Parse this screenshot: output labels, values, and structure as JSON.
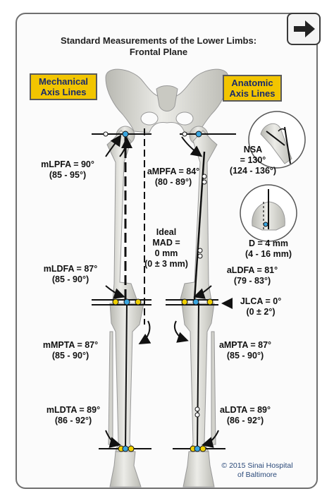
{
  "title": {
    "line1": "Standard Measurements of the Lower Limbs:",
    "line2": "Frontal Plane"
  },
  "tags": {
    "mechanical": [
      "Mechanical",
      "Axis Lines"
    ],
    "anatomic": [
      "Anatomic",
      "Axis Lines"
    ]
  },
  "labels": {
    "mlpfa": [
      "mLPFA = 90°",
      "(85 - 95°)"
    ],
    "ampfa": [
      "aMPFA = 84°",
      "(80 - 89°)"
    ],
    "nsa": [
      "NSA",
      "= 130°",
      "(124 - 136°)"
    ],
    "mad": [
      "Ideal",
      "MAD =",
      "0 mm",
      "(0 ± 3 mm)"
    ],
    "d": [
      "D = 4 mm",
      "(4 - 16 mm)"
    ],
    "mldfa": [
      "mLDFA = 87°",
      "(85 - 90°)"
    ],
    "aldfa": [
      "aLDFA = 81°",
      "(79 - 83°)"
    ],
    "jlca": [
      "JLCA = 0°",
      "(0 ± 2°)"
    ],
    "mmpta": [
      "mMPTA = 87°",
      "(85 - 90°)"
    ],
    "ampta": [
      "aMPTA = 87°",
      "(85 - 90°)"
    ],
    "mldta": [
      "mLDTA = 89°",
      "(86 - 92°)"
    ],
    "aldta": [
      "aLDTA = 89°",
      "(86 - 92°)"
    ]
  },
  "copyright": [
    "© 2015 Sinai Hospital",
    "of Baltimore"
  ],
  "icons": {
    "next": "arrow-right-icon"
  },
  "colors": {
    "tag_fill": "#f2c500",
    "marker_blue": "#3aa6e0",
    "marker_yellow": "#f0d000",
    "bone": "#dcdcd6"
  }
}
